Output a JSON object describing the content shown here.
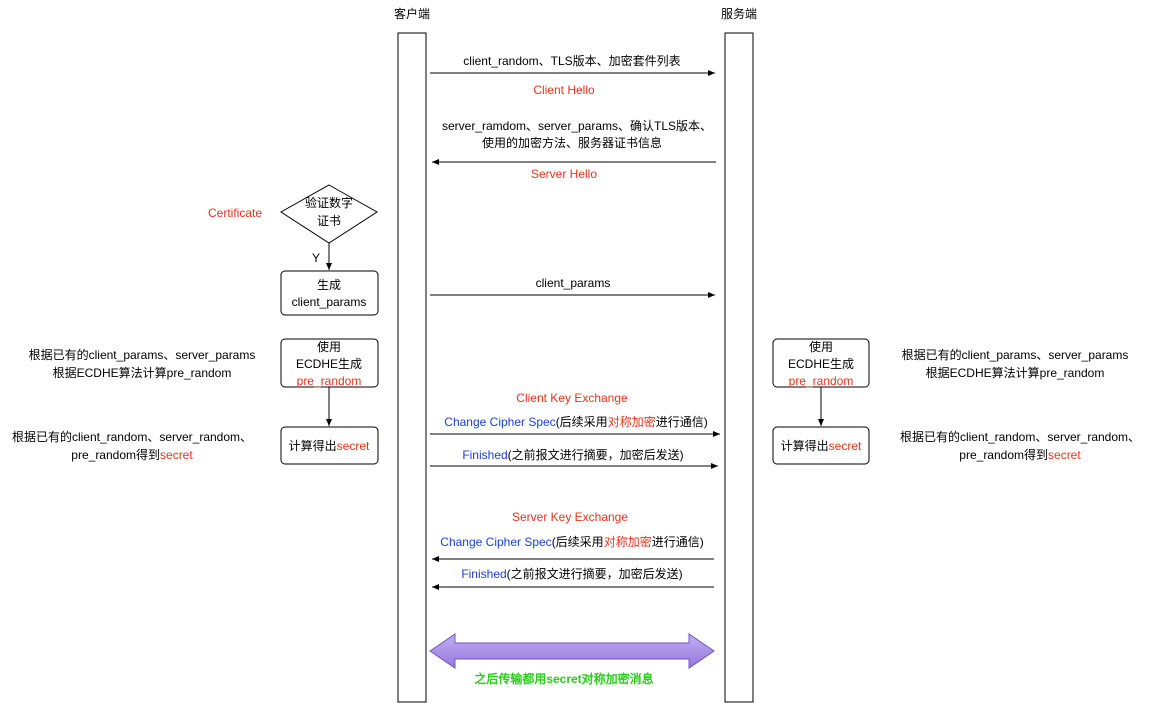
{
  "participants": {
    "client": "客户端",
    "server": "服务端"
  },
  "messages": {
    "m1": "client_random、TLS版本、加密套件列表",
    "client_hello": "Client Hello",
    "m2_line1": "server_ramdom、server_params、确认TLS版本、",
    "m2_line2": "使用的加密方法、服务器证书信息",
    "server_hello": "Server Hello",
    "client_params": "client_params",
    "client_key_exchange": "Client Key Exchange",
    "change_cipher_spec": "Change Cipher Spec",
    "ccs_mid": "(后续采用",
    "ccs_red": "对称加密",
    "ccs_end": "进行通信)",
    "finished": "Finished",
    "finished_rest": "(之前报文进行摘要，加密后发送)",
    "server_key_exchange": "Server Key Exchange",
    "final": "之后传输都用secret对称加密消息"
  },
  "client_side": {
    "certificate_label": "Certificate",
    "verify_line1": "验证数字",
    "verify_line2": "证书",
    "yes_label": "Y",
    "gen_line1": "生成",
    "gen_line2": "client_params",
    "use_line1": "使用",
    "use_line2": "ECDHE生成",
    "use_line3": "pre_random",
    "note1_line1": "根据已有的client_params、server_params",
    "note1_line2": "根据ECDHE算法计算pre_random",
    "secret_prefix": "计算得出",
    "secret_word": "secret",
    "note2_line1": "根据已有的client_random、server_random、",
    "note2_line2": "pre_random得到",
    "note2_red": "secret"
  },
  "server_side": {
    "use_line1": "使用",
    "use_line2": "ECDHE生成",
    "use_line3": "pre_random",
    "note1_line1": "根据已有的client_params、server_params",
    "note1_line2": "根据ECDHE算法计算pre_random",
    "secret_prefix": "计算得出",
    "secret_word": "secret",
    "note2_line1": "根据已有的client_random、server_random、",
    "note2_line2": "pre_random得到",
    "note2_red": "secret"
  },
  "colors": {
    "accent_red": "#e8341c",
    "accent_blue": "#1a3fd6",
    "accent_green": "#2ecc1f",
    "arrow_fill": "#a98be6",
    "arrow_stroke": "#6f55c4"
  }
}
